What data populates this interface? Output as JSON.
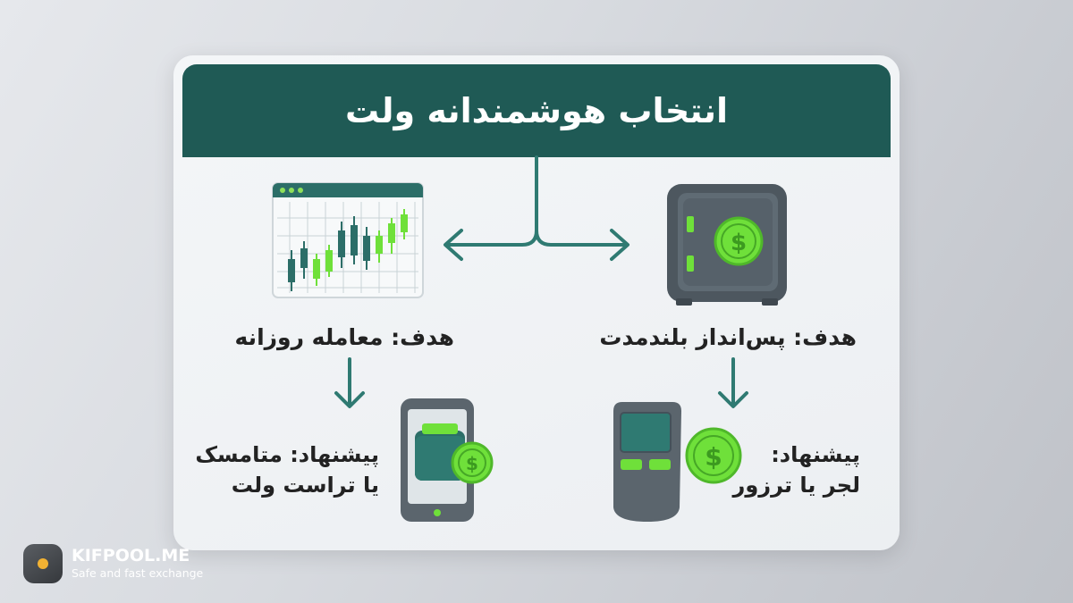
{
  "header": {
    "title": "انتخاب هوشمندانه ولت"
  },
  "left": {
    "goal": "هدف: معامله روزانه",
    "suggestion_line1": "پیشنهاد: متامسک",
    "suggestion_line2": "یا تراست ولت"
  },
  "right": {
    "goal": "هدف: پس‌انداز بلندمدت",
    "suggestion_line1": "پیشنهاد:",
    "suggestion_line2": "لجر یا ترزور"
  },
  "brand": {
    "name": "KIFPOOL.ME",
    "tagline": "Safe and fast exchange"
  },
  "colors": {
    "header_bg": "#1f5a55",
    "accent_green": "#6fe03a",
    "arrow_teal": "#2f7a72",
    "device_gray": "#5b656d"
  },
  "icons": [
    "candlestick-chart-icon",
    "safe-icon",
    "phone-wallet-icon",
    "hardware-wallet-icon",
    "dollar-coin-icon",
    "arrow-icon"
  ]
}
